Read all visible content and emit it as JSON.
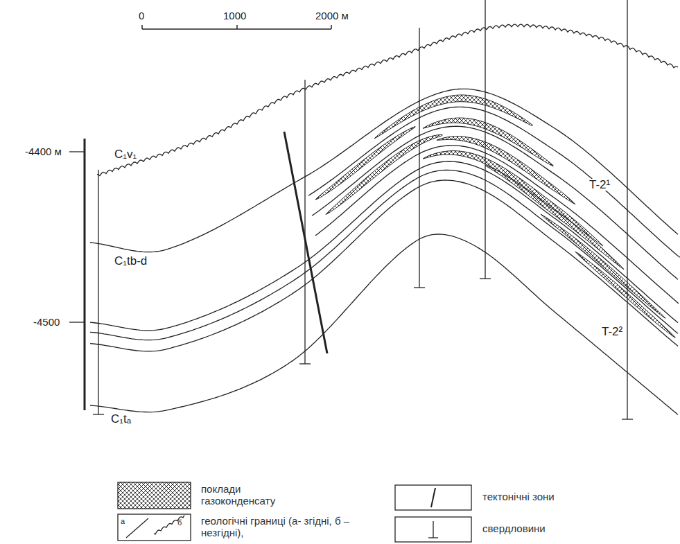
{
  "diagram": {
    "labels": [
      "0",
      "1000",
      "2000 м",
      "-4400 м",
      "-4500",
      "C₁v₁",
      "C₁tb-d",
      "C₁tₐ",
      "T-2¹",
      "T-2²",
      "а",
      "б"
    ],
    "legend": [
      {
        "text": "поклади газоконденсату"
      },
      {
        "text": "геологічні границі (а- згідні, б – незгідні),"
      },
      {
        "text": "тектонічні зони"
      },
      {
        "text": "свердловини"
      }
    ]
  }
}
